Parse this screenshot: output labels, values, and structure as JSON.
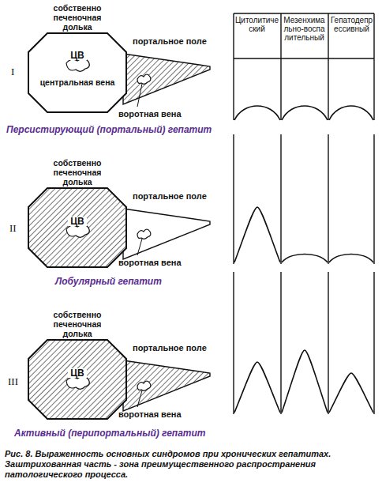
{
  "diagram": {
    "caption": "Рис. 8. Выраженность основных синдромов при хронических гепатитах. Заштрихованная часть - зона преимущественного распространения патологического процесса.",
    "nodes": [
      {
        "text": [
          "собственно печеночная долька",
          "ЦВ",
          "центральная вена"
        ]
      },
      {
        "text": [
          "собственно печеночная долька",
          "ЦВ"
        ]
      },
      {
        "text": [
          "собственно печеночная долька",
          "ЦВ"
        ]
      }
    ],
    "labels": [
      "Цитолитический",
      "Мезенхимально-воспалительный",
      "Гепатодепрессивный",
      "I",
      "портальное поле",
      "воротная вена",
      "Персистирующий (портальный) гепатит",
      "II",
      "портальное поле",
      "воротная вена",
      "Лобулярный гепатит",
      "III",
      "портальное поле",
      "воротная вена",
      "Активный (перипортальный) гепатит"
    ]
  }
}
